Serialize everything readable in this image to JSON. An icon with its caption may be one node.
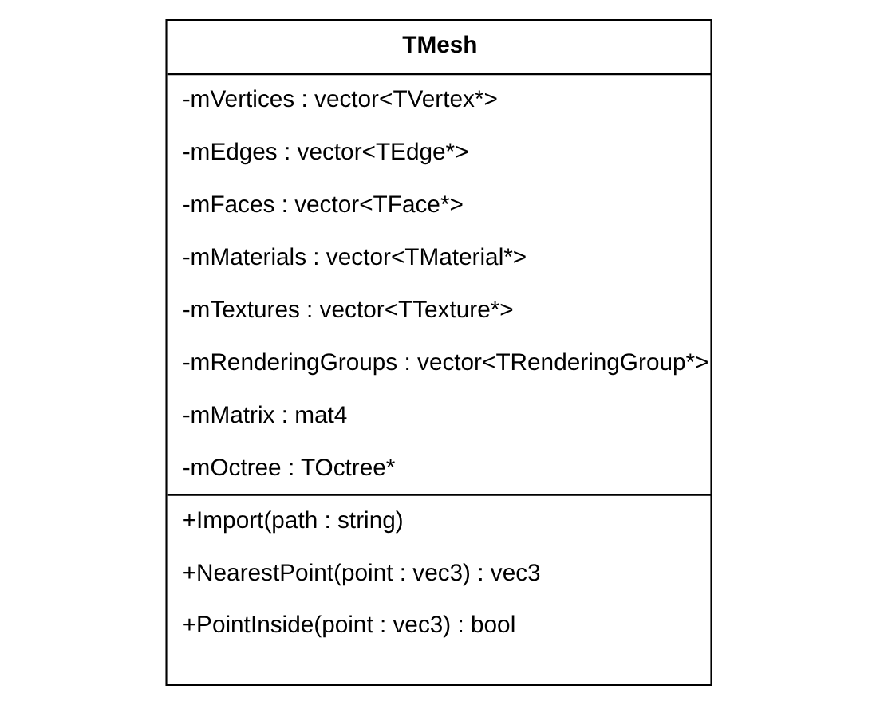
{
  "diagram": {
    "nodes": [
      {
        "text": [
          "TMesh",
          "-mVertices : vector<TVertex*>",
          "-mEdges : vector<TEdge*>",
          "-mFaces : vector<TFace*>",
          "-mMaterials : vector<TMaterial*>",
          "-mTextures : vector<TTexture*>",
          "-mRenderingGroups : vector<TRenderingGroup*>",
          "-mMatrix : mat4",
          "-mOctree : TOctree*",
          "+Import(path : string)",
          "+NearestPoint(point : vec3) : vec3",
          "+PointInside(point : vec3) : bool"
        ]
      }
    ]
  }
}
